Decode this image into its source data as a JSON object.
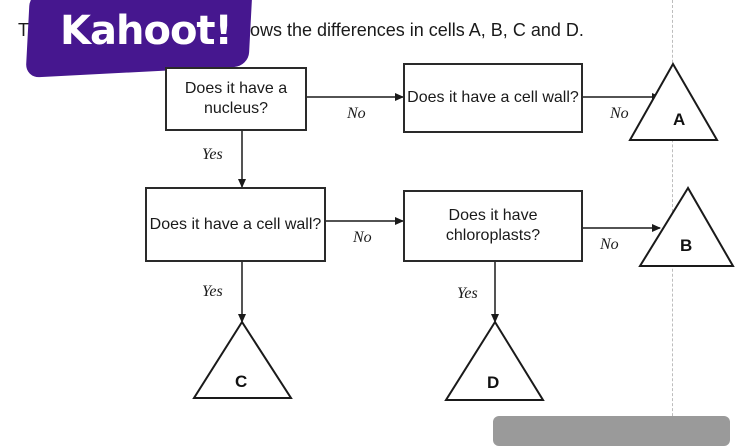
{
  "intro": {
    "lead": "T",
    "rest": "hows the differences in cells A, B, C and D."
  },
  "badge": {
    "text": "Kahoot!",
    "color": "#46178f"
  },
  "boxes": {
    "nucleus": "Does it have a nucleus?",
    "cell_wall_1": "Does it have a cell wall?",
    "cell_wall_2": "Does it have a cell wall?",
    "chloroplasts": "Does it have chloroplasts?"
  },
  "edges": {
    "nucleus_no": "No",
    "wall1_no": "No",
    "nucleus_yes": "Yes",
    "wall2_no": "No",
    "chloro_no": "No",
    "wall2_yes": "Yes",
    "chloro_yes": "Yes"
  },
  "results": {
    "a": "A",
    "b": "B",
    "c": "C",
    "d": "D"
  }
}
